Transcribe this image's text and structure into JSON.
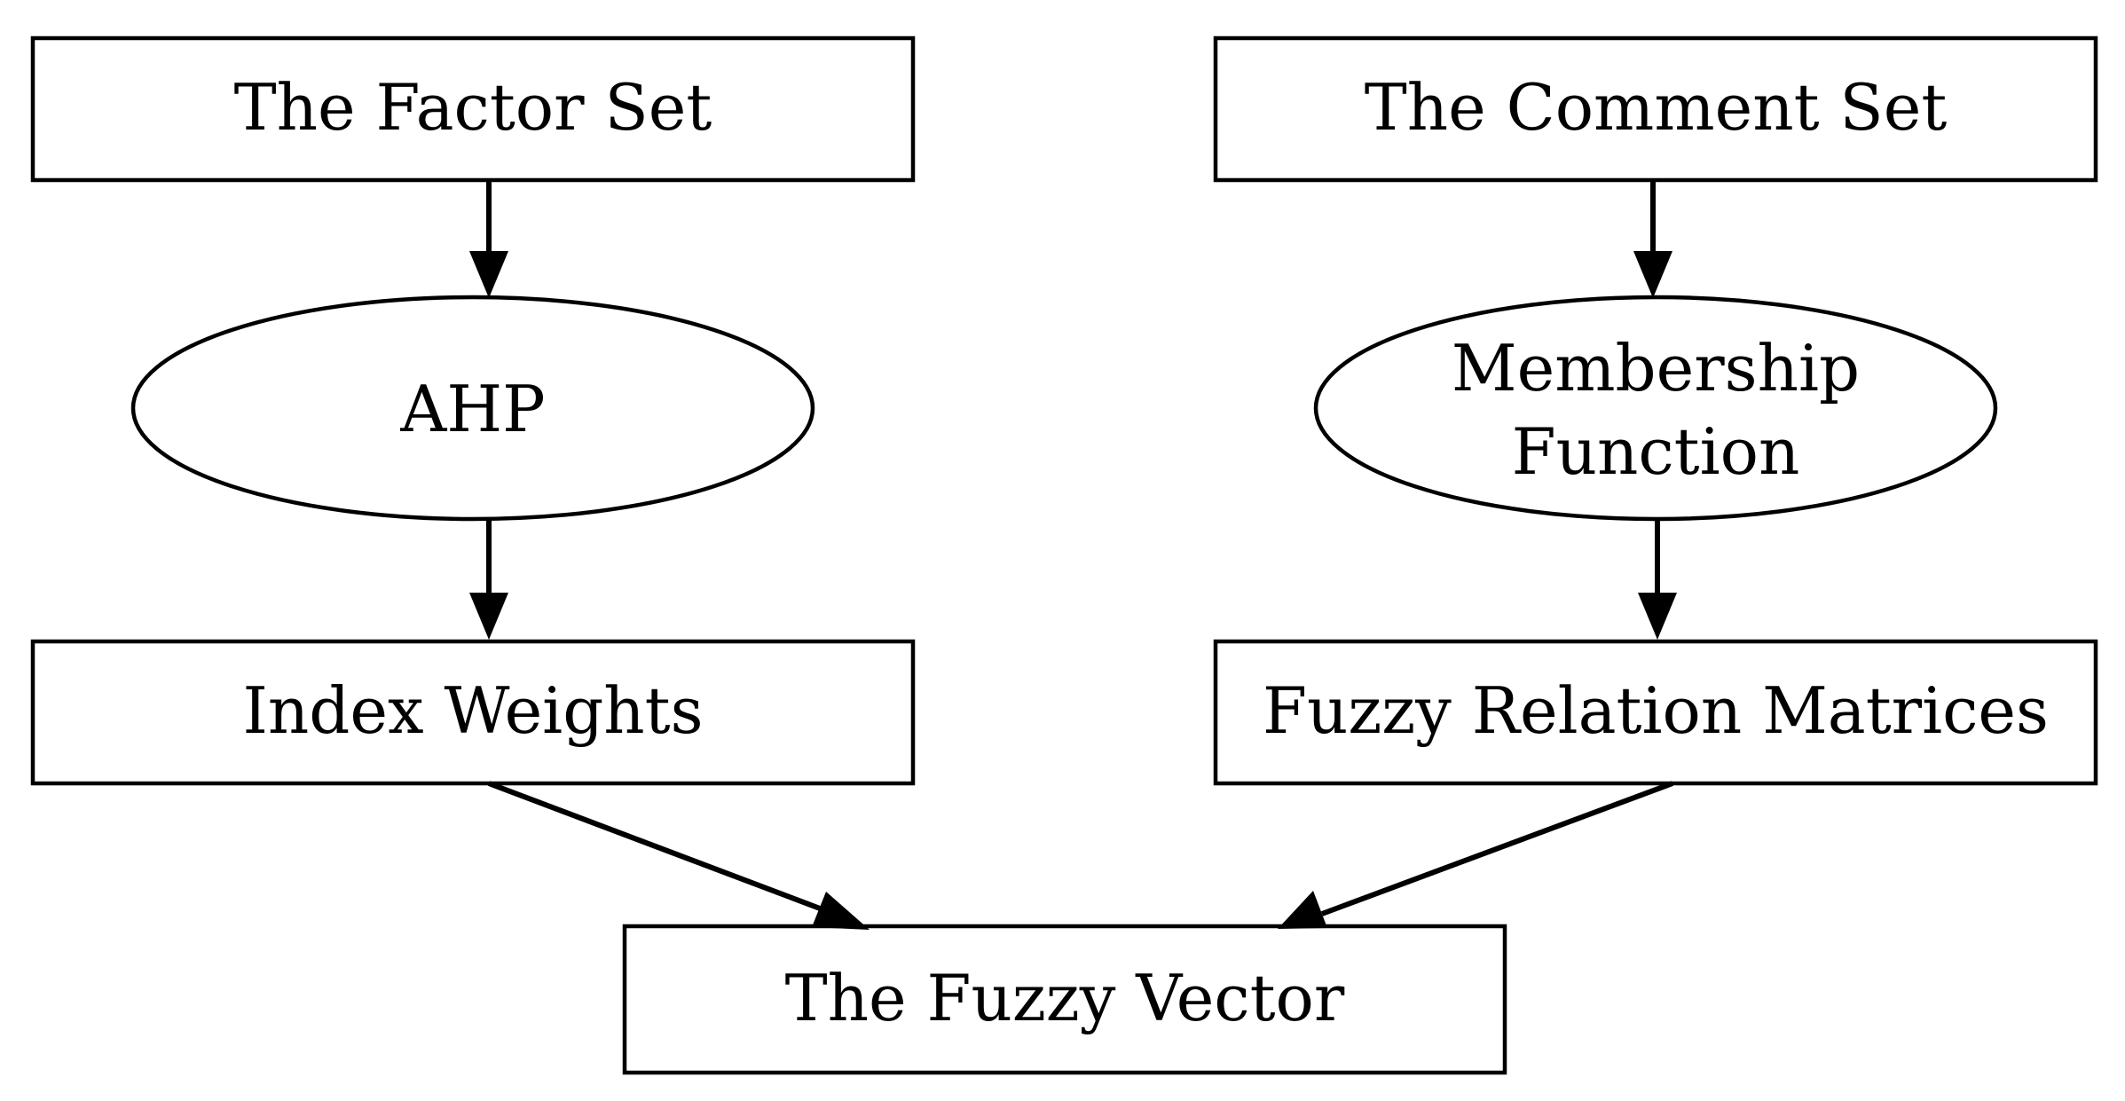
{
  "diagram": {
    "nodes": {
      "factor_set": "The Factor Set",
      "comment_set": "The Comment Set",
      "ahp": "AHP",
      "membership_function_line1": "Membership",
      "membership_function_line2": "Function",
      "index_weights": "Index Weights",
      "fuzzy_relation_matrices": "Fuzzy Relation Matrices",
      "fuzzy_vector": "The Fuzzy Vector"
    },
    "edges": [
      {
        "from": "The Factor Set",
        "to": "AHP"
      },
      {
        "from": "AHP",
        "to": "Index Weights"
      },
      {
        "from": "The Comment Set",
        "to": "Membership Function"
      },
      {
        "from": "Membership Function",
        "to": "Fuzzy Relation Matrices"
      },
      {
        "from": "Index Weights",
        "to": "The Fuzzy Vector"
      },
      {
        "from": "Fuzzy Relation Matrices",
        "to": "The Fuzzy Vector"
      }
    ],
    "colors": {
      "stroke": "#000000",
      "fill": "#ffffff"
    }
  }
}
